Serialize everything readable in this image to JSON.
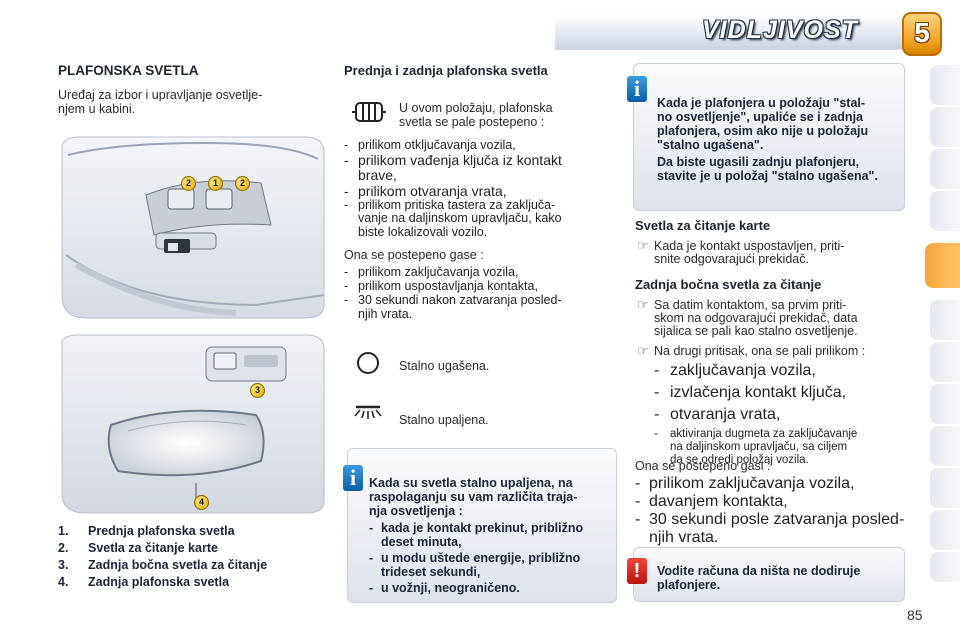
{
  "header": {
    "title": "VIDLJIVOST",
    "chapter": "5",
    "accent": "#f0a020"
  },
  "left": {
    "title": "PLAFONSKA SVETLA",
    "intro1": "Uređaj  za  izbor  i  upravljanje  osvetlje-",
    "intro2": "njem u kabini.",
    "callouts": [
      "2",
      "1",
      "2",
      "3",
      "4"
    ],
    "legend": [
      {
        "num": "1.",
        "text": "Prednja plafonska svetla"
      },
      {
        "num": "2.",
        "text": "Svetla za čitanje karte"
      },
      {
        "num": "3.",
        "text": "Zadnja bočna svetla za čitanje"
      },
      {
        "num": "4.",
        "text": "Zadnja plafonska svetla"
      }
    ]
  },
  "middle": {
    "title": "Prednja i zadnja plafonska svetla",
    "icon_door_text": [
      "U    ovom    položaju,    plafonska",
      "svetla se pale postepeno :"
    ],
    "on_list": [
      [
        "-",
        "prilikom otključavanja vozila,"
      ],
      [
        "-",
        "prilikom   vađenja   ključa   iz   kontakt"
      ],
      [
        "",
        "brave,"
      ],
      [
        "-",
        "prilikom otvaranja vrata,"
      ],
      [
        "-",
        "prilikom  pritiska  tastera  za  zaključa-"
      ],
      [
        "",
        "vanje  na  daljinskom  upravljaču,  kako"
      ],
      [
        "",
        "biste lokalizovali vozilo."
      ]
    ],
    "off_intro": "Ona se postepeno gase :",
    "off_list": [
      [
        "-",
        "prilikom zaključavanja vozila,"
      ],
      [
        "-",
        "prilikom uspostavljanja kontakta,"
      ],
      [
        "-",
        "30  sekundi  nakon  zatvaranja  posled-"
      ],
      [
        "",
        "njih vrata."
      ]
    ],
    "off_label": "Stalno ugašena.",
    "on_label": "Stalno upaljena.",
    "info_title": [
      "Kada su svetla stalno upaljena, na",
      "raspolaganju su vam različita traja-",
      "nja osvetljenja :"
    ],
    "info_items": [
      [
        "-",
        "kada je kontakt prekinut, približno"
      ],
      [
        "",
        "deset minuta,"
      ],
      [
        "-",
        "u modu uštede energije, približno"
      ],
      [
        "",
        "trideset sekundi,"
      ],
      [
        "-",
        "u vožnji, neograničeno."
      ]
    ]
  },
  "right": {
    "info_lines": [
      "Kada je plafonjera u položaju \"stal-",
      "no osvetljenje\", upaliće se i zadnja",
      "plafonjera, osim ako nije u položaju",
      "\"stalno ugašena\"."
    ],
    "info_lines2": [
      "Da   biste   ugasili   zadnju   plafonjeru,",
      "stavite je u položaj \"stalno ugašena\"."
    ],
    "map_title": "Svetla za čitanje karte",
    "map_text": [
      "Kada  je  kontakt  uspostavljen,  priti-",
      "snite odgovarajući prekidač."
    ],
    "rear_title": "Zadnja bočna svetla za čitanje",
    "rear_text": [
      "Sa  datim  kontaktom,  sa  prvim  priti-",
      "skom na odgovarajući prekidač, data",
      "sijalica se pali kao stalno osvetljenje."
    ],
    "rear_text2": "Na drugi pritisak, ona se pali prilikom :",
    "rear_list": [
      "zaključavanja vozila,",
      "izvlačenja kontakt ključa,",
      "otvaranja vrata,"
    ],
    "rear_list4": [
      "aktiviranja dugmeta za zaključavanje",
      "na  daljinskom  upravljaču,  sa  ciljem",
      "da se odredi položaj vozila."
    ],
    "off_intro": "Ona se postepeno gasi :",
    "off_list": [
      [
        "-",
        "prilikom zaključavanja vozila,"
      ],
      [
        "-",
        "davanjem kontakta,"
      ],
      [
        "-",
        "30  sekundi  posle  zatvaranja  posled-"
      ],
      [
        "",
        "njih vrata."
      ]
    ],
    "warn": [
      "Vodite  računa  da  ništa  ne  dodiruje",
      "plafonjere."
    ],
    "bullet": "☞"
  },
  "footer": {
    "page": "85"
  }
}
